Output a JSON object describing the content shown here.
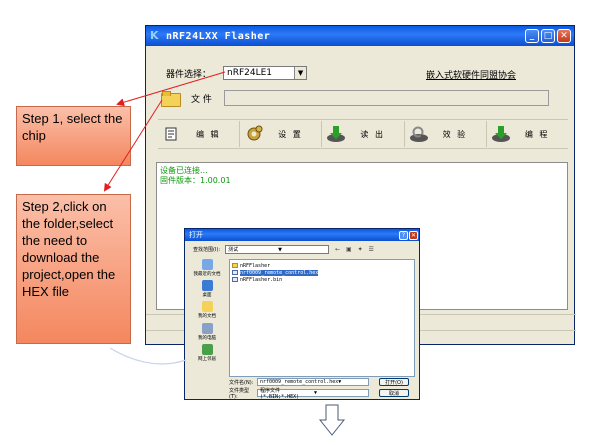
{
  "window": {
    "title": "nRF24LXX Flasher",
    "chip_label": "器件选择：",
    "chip_value": "nRF24LE1",
    "assoc_link": "嵌入式软硬件同盟协会",
    "file_label": "文 件",
    "file_value": "",
    "toolbar": [
      {
        "label": "编 辑",
        "icon": "edit-icon"
      },
      {
        "label": "设 置",
        "icon": "gear-icon"
      },
      {
        "label": "读 出",
        "icon": "read-icon"
      },
      {
        "label": "效 验",
        "icon": "verify-icon"
      },
      {
        "label": "编 程",
        "icon": "program-icon"
      }
    ],
    "log": [
      "设备已连接...",
      "固件版本：1.00.01"
    ]
  },
  "dialog": {
    "title": "打开",
    "look_in_label": "查找范围(I):",
    "look_in_value": "测试",
    "places": [
      "我最近的文档",
      "桌面",
      "我的文档",
      "我的电脑",
      "网上邻居"
    ],
    "files": [
      {
        "name": "nRFFlasher",
        "type": "folder"
      },
      {
        "name": "nrf0009_remote_control.hex",
        "type": "file",
        "selected": true
      },
      {
        "name": "nRFFlasher.bin",
        "type": "file"
      }
    ],
    "filename_label": "文件名(N):",
    "filename_value": "nrf0009_remote_control.hex",
    "filetype_label": "文件类型(T):",
    "filetype_value": "程序文件(*.BIN;*.HEX)",
    "open_button": "打开(O)",
    "cancel_button": "取消"
  },
  "callouts": {
    "step1": "Step 1, select the chip",
    "step2": "Step 2,click on the folder,select the need to download the project,open the HEX file"
  },
  "colors": {
    "title_bar": "#0a5ae0",
    "callout_fill": "#f4875f",
    "log_text": "#0a9a0a",
    "arrow": "#e02020"
  }
}
